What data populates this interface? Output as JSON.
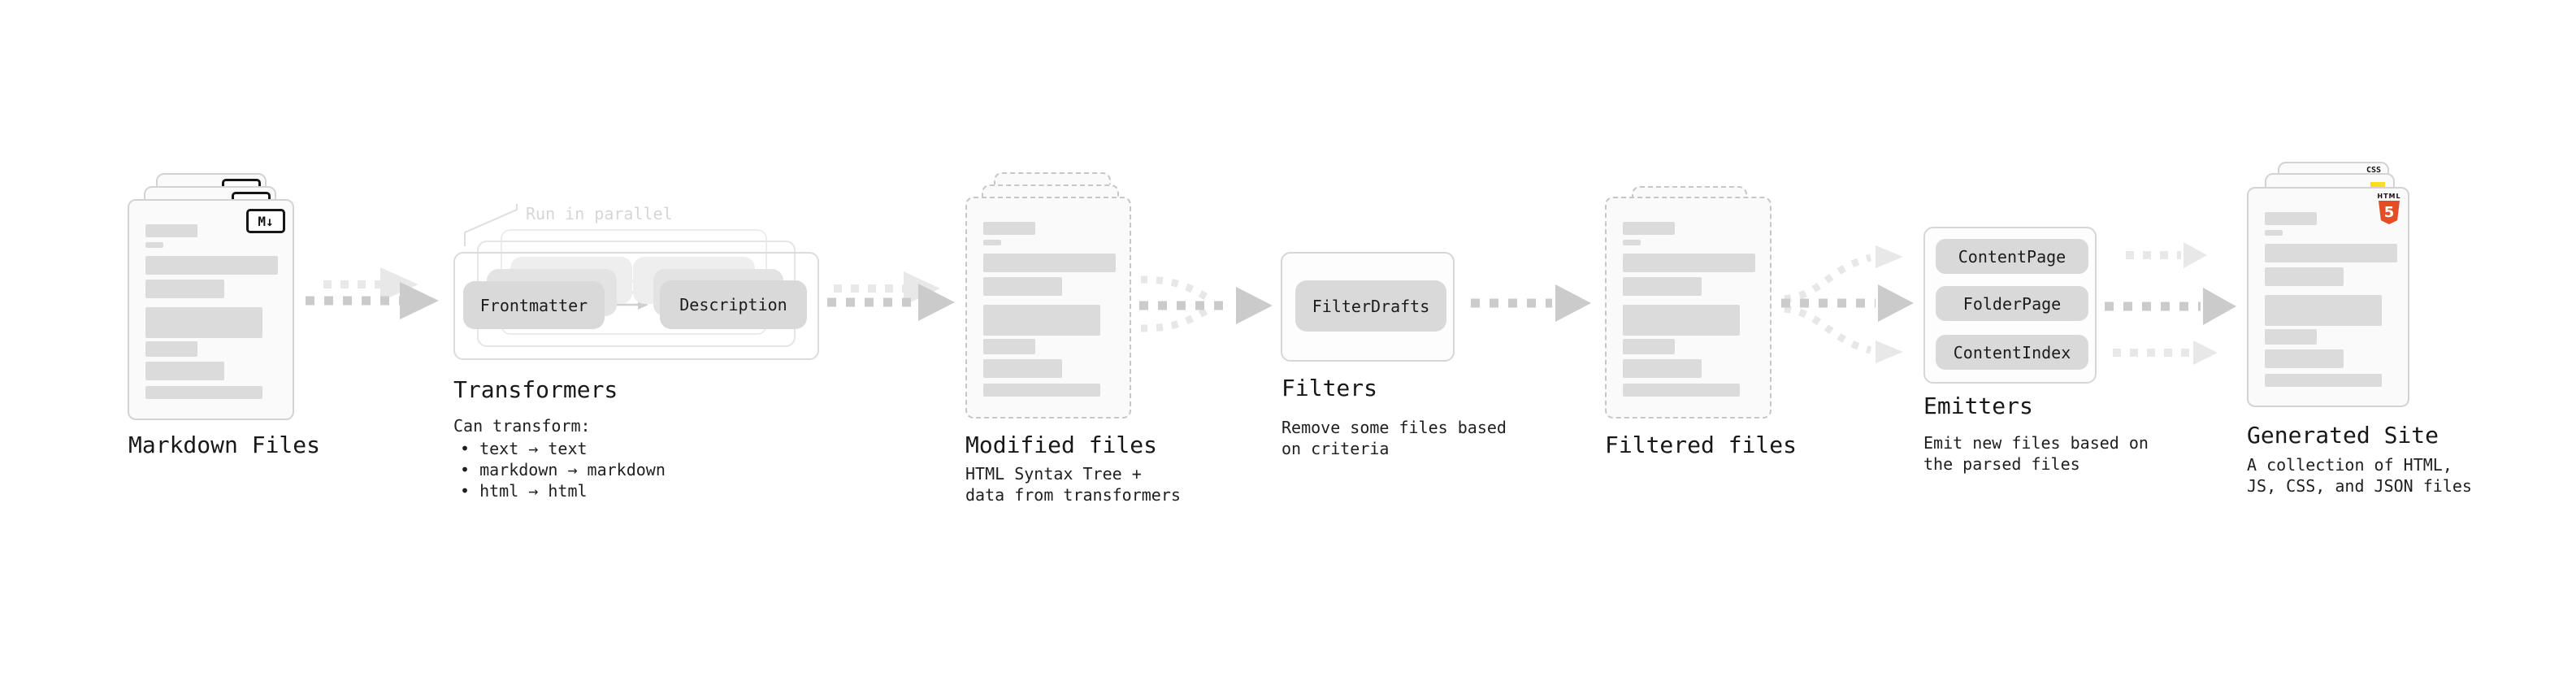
{
  "markdown": {
    "label": "Markdown Files",
    "badge": "M↓"
  },
  "transformers": {
    "label": "Transformers",
    "annotation": "Run in parallel",
    "frontmatter": "Frontmatter",
    "description": "Description",
    "desc_line1": "Can transform:",
    "bullets": [
      "• text → text",
      "• markdown → markdown",
      "• html → html"
    ]
  },
  "modified": {
    "label": "Modified files",
    "desc_line1": "HTML Syntax Tree +",
    "desc_line2": "data from transformers"
  },
  "filters": {
    "label": "Filters",
    "button": "FilterDrafts",
    "desc_line1": "Remove some files based",
    "desc_line2": "on criteria"
  },
  "filtered": {
    "label": "Filtered files"
  },
  "emitters": {
    "label": "Emitters",
    "buttons": [
      "ContentPage",
      "FolderPage",
      "ContentIndex"
    ],
    "desc_line1": "Emit new files based on",
    "desc_line2": "the parsed files"
  },
  "generated": {
    "label": "Generated Site",
    "css_badge": "CSS",
    "html_badge_word": "HTML",
    "html_badge_number": "5",
    "desc_line1": "A collection of HTML,",
    "desc_line2": "JS, CSS, and JSON files"
  },
  "colors": {
    "html5_orange": "#e44d26",
    "js_yellow": "#f7df1e",
    "css_blue": "#2965f1",
    "arrow_dark": "#cbcbcb",
    "arrow_light": "#e8e8e8"
  }
}
